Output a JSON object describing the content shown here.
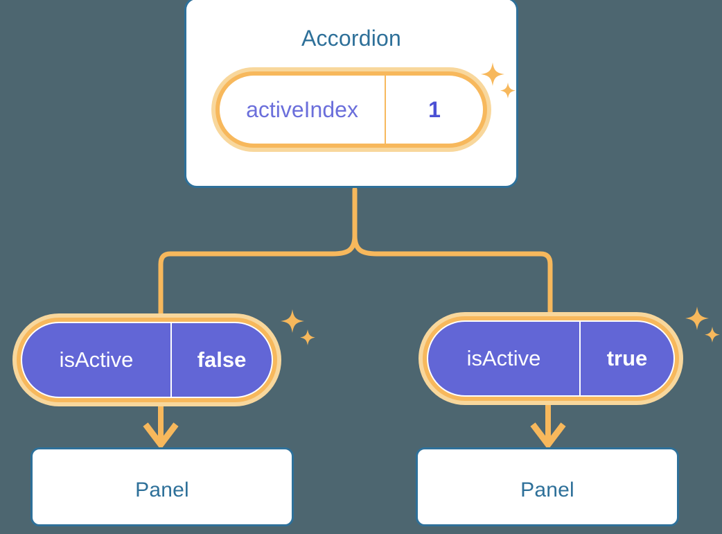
{
  "canvas": {
    "background_color": "#4d6670",
    "accent_orange": "#f7b85c",
    "halo_orange": "#f8d79c",
    "card_blue": "#2e7099",
    "pill_purple": "#6266d6",
    "value_purple": "#4b50d4"
  },
  "root": {
    "title": "Accordion",
    "state_pill": {
      "key": "activeIndex",
      "value": "1",
      "style": "white",
      "sparkle_icon": "sparkle-icon"
    }
  },
  "children": [
    {
      "state_pill": {
        "key": "isActive",
        "value": "false",
        "style": "purple",
        "sparkle_icon": "sparkle-icon"
      },
      "panel": {
        "title": "Panel"
      }
    },
    {
      "state_pill": {
        "key": "isActive",
        "value": "true",
        "style": "purple",
        "sparkle_icon": "sparkle-icon"
      },
      "panel": {
        "title": "Panel"
      }
    }
  ],
  "connectors": {
    "kind": "tree-branch",
    "color": "#f7b85c",
    "arrow_icon": "arrow-down-icon"
  }
}
